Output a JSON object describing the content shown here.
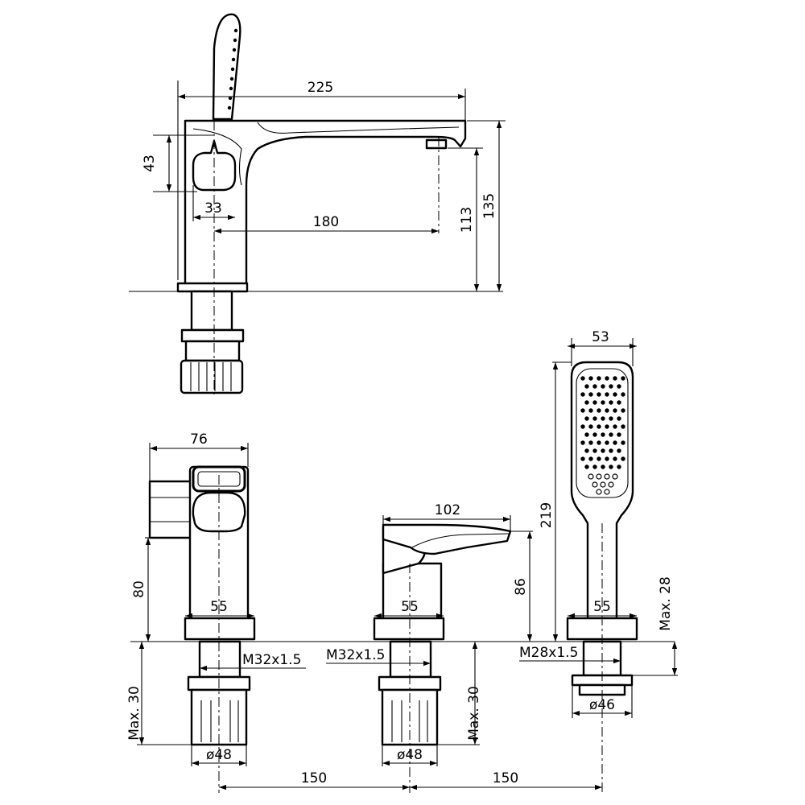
{
  "dimensions": {
    "top_spout_width": "225",
    "top_spout_reach": "180",
    "top_body_width": "33",
    "top_handle_height": "43",
    "top_outlet_height": "113",
    "top_overall_height": "135",
    "shower_head_width": "53",
    "shower_length": "219",
    "left_body_width": "76",
    "left_height": "80",
    "left_base": "55",
    "left_thread": "M32x1.5",
    "left_max_deck": "Max. 30",
    "left_pipe": "ø48",
    "mid_width": "102",
    "mid_height": "86",
    "mid_base": "55",
    "mid_thread": "M32x1.5",
    "mid_max_deck": "Max. 30",
    "mid_pipe": "ø48",
    "right_base": "55",
    "right_thread": "M28x1.5",
    "right_max_deck": "Max. 28",
    "right_pipe": "ø46",
    "spacing_left": "150",
    "spacing_right": "150"
  }
}
